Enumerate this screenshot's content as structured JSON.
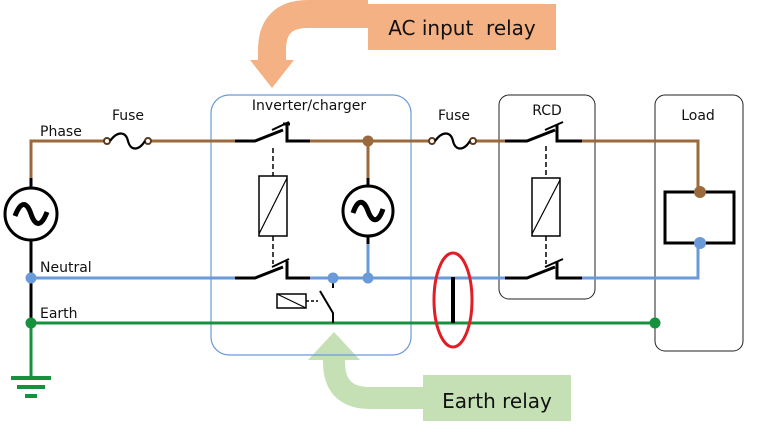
{
  "colors": {
    "phase": "#9b6a3c",
    "neutral": "#6a9ad8",
    "earth": "#16913e",
    "wire_black": "#000000",
    "inverter_box": "#6a9ad8",
    "highlight_ellipse": "#e01e26",
    "ac_relay_callout": "#f4b183",
    "earth_relay_callout": "#c5e0b4"
  },
  "labels": {
    "phase": "Phase",
    "neutral": "Neutral",
    "earth": "Earth",
    "fuse_input": "Fuse",
    "fuse_output": "Fuse",
    "inverter_charger": "Inverter/charger",
    "rcd": "RCD",
    "load": "Load"
  },
  "callouts": {
    "ac_input_relay": "AC input  relay",
    "earth_relay": "Earth relay"
  },
  "components": [
    {
      "id": "ac-source",
      "type": "ac-source-icon"
    },
    {
      "id": "fuse-input",
      "type": "fuse-icon"
    },
    {
      "id": "inverter-charger",
      "type": "container"
    },
    {
      "id": "ac-input-relay-phase",
      "type": "switch-icon"
    },
    {
      "id": "ac-input-relay-neutral",
      "type": "switch-icon"
    },
    {
      "id": "ac-input-relay-coil",
      "type": "relay-coil-icon"
    },
    {
      "id": "inverter-source",
      "type": "ac-source-icon"
    },
    {
      "id": "earth-relay",
      "type": "relay-switch-icon"
    },
    {
      "id": "fuse-output",
      "type": "fuse-icon"
    },
    {
      "id": "rcd",
      "type": "container"
    },
    {
      "id": "load",
      "type": "container"
    },
    {
      "id": "ground",
      "type": "ground-icon"
    },
    {
      "id": "neutral-earth-link",
      "type": "highlight"
    }
  ]
}
